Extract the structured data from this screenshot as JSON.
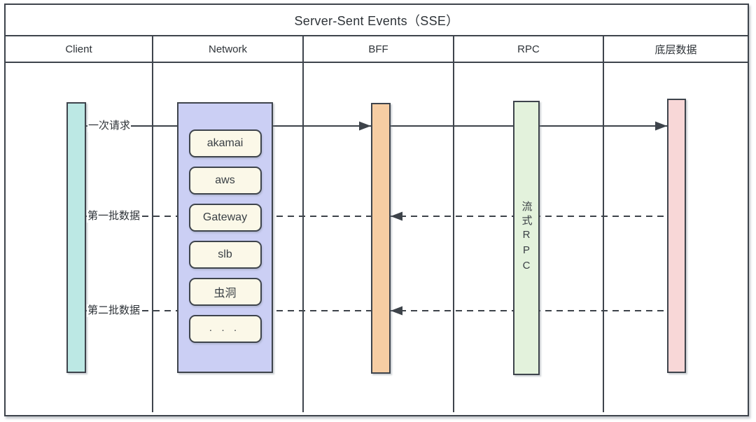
{
  "title": "Server-Sent Events（SSE）",
  "columns": [
    {
      "label": "Client"
    },
    {
      "label": "Network"
    },
    {
      "label": "BFF"
    },
    {
      "label": "RPC"
    },
    {
      "label": "底层数据"
    }
  ],
  "network": {
    "items": [
      "akamai",
      "aws",
      "Gateway",
      "slb",
      "虫洞",
      ". . ."
    ]
  },
  "rpc_bar_label": "流式RPC",
  "messages": [
    {
      "label": "一次请求",
      "style": "solid",
      "direction": "client-to-data"
    },
    {
      "label": "第一批数据",
      "style": "dashed",
      "direction": "data-to-client"
    },
    {
      "label": "第二批数据",
      "style": "dashed",
      "direction": "data-to-client"
    }
  ],
  "colors": {
    "frame-border": "#3e444c",
    "line": "#3d434a",
    "client-bar": "#bce8e4",
    "network-box": "#cbcff4",
    "network-item-bg": "#fbf8e8",
    "bff-bar": "#f6cda3",
    "rpc-bar": "#e3f2dc",
    "data-bar": "#f8d7d7",
    "label-text": "#2e3338"
  }
}
